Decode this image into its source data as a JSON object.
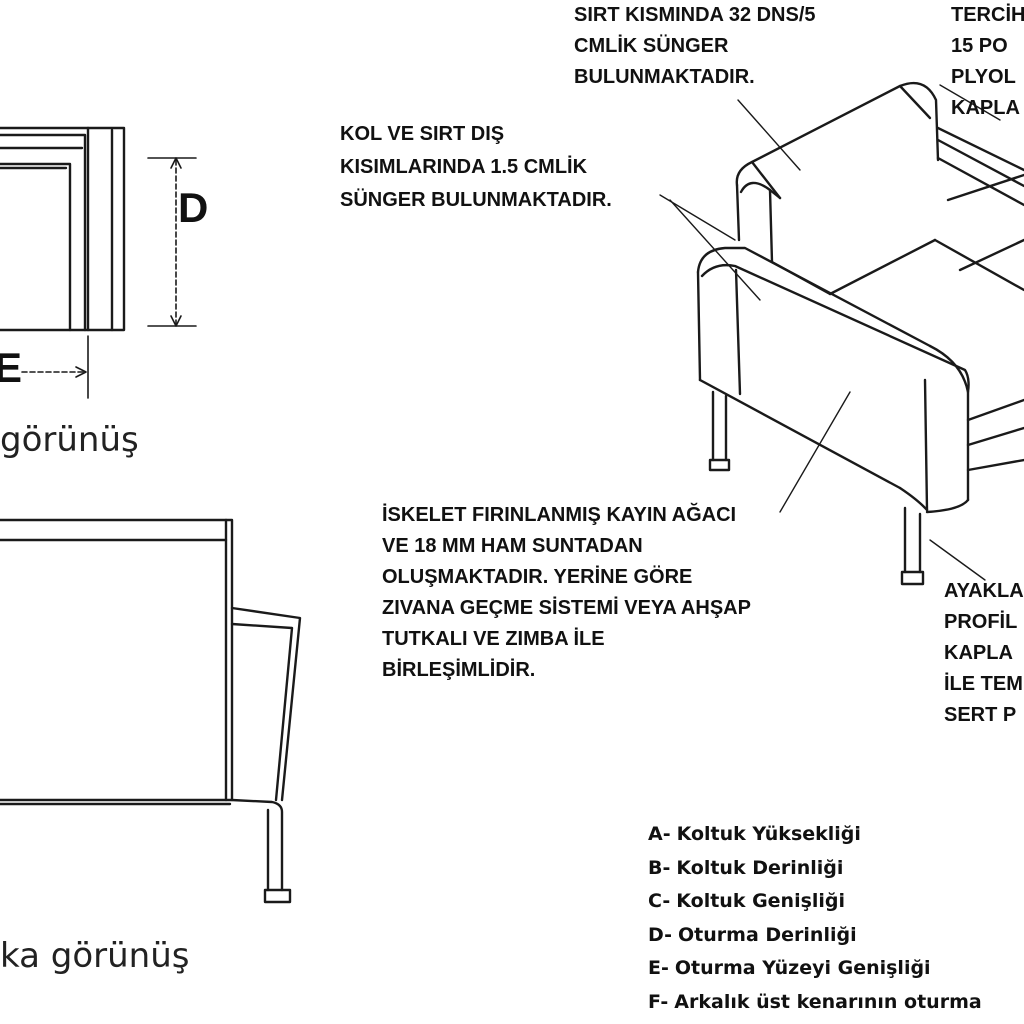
{
  "dimension_labels": {
    "d": "D",
    "e": "E"
  },
  "view_labels": {
    "side_view": "görünüş",
    "back_view": "ka görünüş"
  },
  "notes": {
    "back_foam": [
      "SIRT KISMINDA 32 DNS/5",
      "CMLİK SÜNGER",
      "BULUNMAKTADIR."
    ],
    "upholstery": [
      "TERCİH",
      "15 PO",
      "PLYOL",
      "KAPLA"
    ],
    "outer_foam": [
      "KOL VE SIRT DIŞ",
      "KISIMLARINDA 1.5 CMLİK",
      "SÜNGER BULUNMAKTADIR."
    ],
    "frame": [
      "İSKELET FIRINLANMIŞ KAYIN AĞACI",
      "VE 18 MM HAM SUNTADAN",
      "OLUŞMAKTADIR. YERİNE GÖRE",
      "ZIVANA GEÇME SİSTEMİ VEYA AHŞAP",
      "TUTKALI VE ZIMBA İLE",
      "BİRLEŞİMLİDİR."
    ],
    "legs": [
      "AYAKLA",
      "PROFİL",
      "KAPLA",
      "İLE TEM",
      "SERT P"
    ]
  },
  "legend": [
    {
      "key": "A-",
      "text": "Koltuk Yüksekliği"
    },
    {
      "key": "B-",
      "text": "Koltuk Derinliği"
    },
    {
      "key": "C-",
      "text": "Koltuk Genişliği"
    },
    {
      "key": "D-",
      "text": "Oturma Derinliği"
    },
    {
      "key": "E-",
      "text": "Oturma Yüzeyi Genişliği"
    },
    {
      "key": "F-",
      "text": "Arkalık üst kenarının oturma"
    }
  ]
}
